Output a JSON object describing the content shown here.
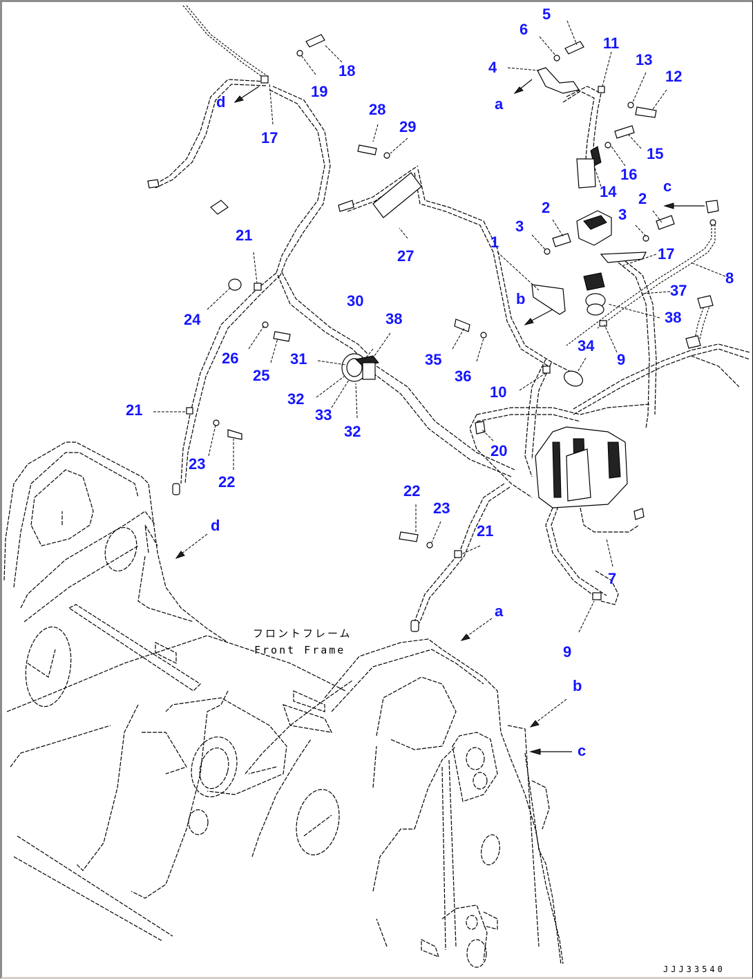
{
  "diagram": {
    "type": "exploded-parts-diagram",
    "subject": "Wiring harness installation on front frame",
    "frame_label_jp": "フロントフレーム",
    "frame_label_en": "Front Frame",
    "drawing_code": "JJJ33540",
    "callouts": [
      {
        "id": "c5",
        "text": "5"
      },
      {
        "id": "c6",
        "text": "6"
      },
      {
        "id": "c4",
        "text": "4"
      },
      {
        "id": "c11",
        "text": "11"
      },
      {
        "id": "c13",
        "text": "13"
      },
      {
        "id": "c12",
        "text": "12"
      },
      {
        "id": "c15",
        "text": "15"
      },
      {
        "id": "c16",
        "text": "16"
      },
      {
        "id": "c14",
        "text": "14"
      },
      {
        "id": "c2a",
        "text": "2"
      },
      {
        "id": "c3a",
        "text": "3"
      },
      {
        "id": "c2b",
        "text": "2"
      },
      {
        "id": "c3b",
        "text": "3"
      },
      {
        "id": "c17b",
        "text": "17"
      },
      {
        "id": "c8",
        "text": "8"
      },
      {
        "id": "c1",
        "text": "1"
      },
      {
        "id": "c37",
        "text": "37"
      },
      {
        "id": "c38b",
        "text": "38"
      },
      {
        "id": "c34",
        "text": "34"
      },
      {
        "id": "c9a",
        "text": "9"
      },
      {
        "id": "c35",
        "text": "35"
      },
      {
        "id": "c36",
        "text": "36"
      },
      {
        "id": "c10",
        "text": "10"
      },
      {
        "id": "c18",
        "text": "18"
      },
      {
        "id": "c19",
        "text": "19"
      },
      {
        "id": "c17a",
        "text": "17"
      },
      {
        "id": "c28",
        "text": "28"
      },
      {
        "id": "c29",
        "text": "29"
      },
      {
        "id": "c27",
        "text": "27"
      },
      {
        "id": "c21a",
        "text": "21"
      },
      {
        "id": "c24",
        "text": "24"
      },
      {
        "id": "c26",
        "text": "26"
      },
      {
        "id": "c25",
        "text": "25"
      },
      {
        "id": "c30",
        "text": "30"
      },
      {
        "id": "c38a",
        "text": "38"
      },
      {
        "id": "c31",
        "text": "31"
      },
      {
        "id": "c32a",
        "text": "32"
      },
      {
        "id": "c33",
        "text": "33"
      },
      {
        "id": "c32b",
        "text": "32"
      },
      {
        "id": "c21b",
        "text": "21"
      },
      {
        "id": "c23a",
        "text": "23"
      },
      {
        "id": "c22a",
        "text": "22"
      },
      {
        "id": "c20",
        "text": "20"
      },
      {
        "id": "c22b",
        "text": "22"
      },
      {
        "id": "c23b",
        "text": "23"
      },
      {
        "id": "c21c",
        "text": "21"
      },
      {
        "id": "c7",
        "text": "7"
      },
      {
        "id": "c9b",
        "text": "9"
      }
    ],
    "view_markers": [
      {
        "id": "a1",
        "text": "a"
      },
      {
        "id": "d1",
        "text": "d"
      },
      {
        "id": "c1m",
        "text": "c"
      },
      {
        "id": "b1",
        "text": "b"
      },
      {
        "id": "d2",
        "text": "d"
      },
      {
        "id": "a2",
        "text": "a"
      },
      {
        "id": "b2",
        "text": "b"
      },
      {
        "id": "c2m",
        "text": "c"
      }
    ]
  }
}
